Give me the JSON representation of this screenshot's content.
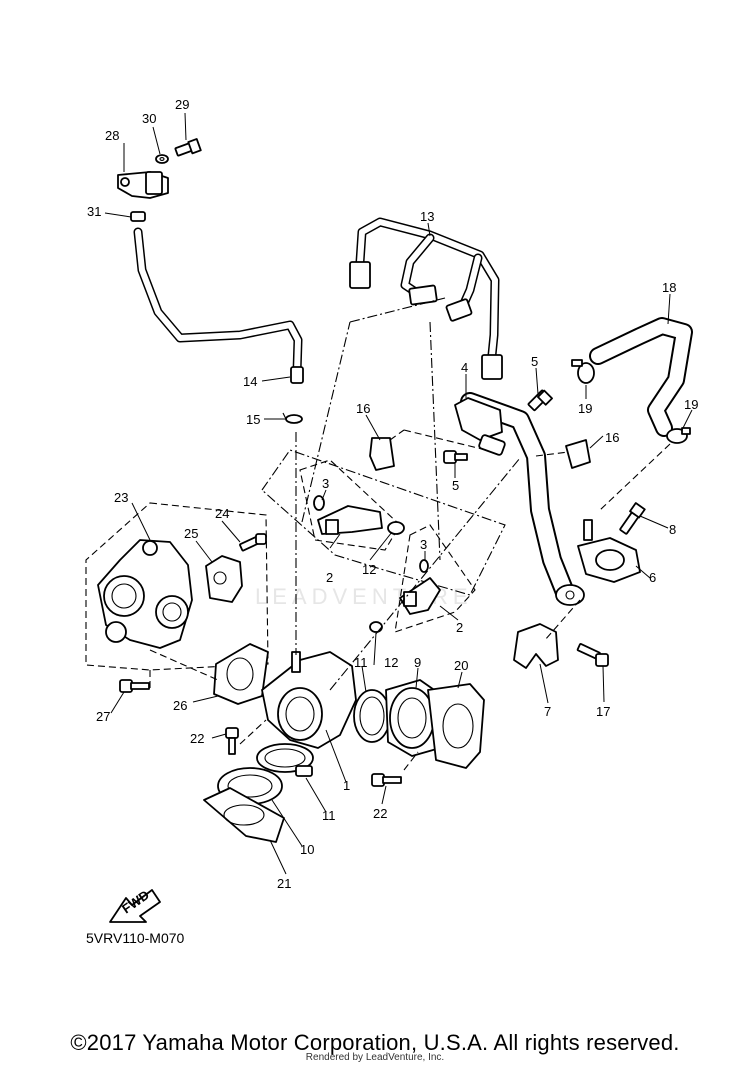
{
  "callouts": {
    "c1": "1",
    "c2a": "2",
    "c2b": "2",
    "c3a": "3",
    "c3b": "3",
    "c4": "4",
    "c5a": "5",
    "c5b": "5",
    "c6": "6",
    "c7": "7",
    "c8": "8",
    "c9": "9",
    "c10": "10",
    "c11a": "11",
    "c11b": "11",
    "c12a": "12",
    "c12b": "12",
    "c13": "13",
    "c14": "14",
    "c15": "15",
    "c16a": "16",
    "c16b": "16",
    "c17": "17",
    "c18": "18",
    "c19a": "19",
    "c19b": "19",
    "c20": "20",
    "c21": "21",
    "c22a": "22",
    "c22b": "22",
    "c23": "23",
    "c24": "24",
    "c25": "25",
    "c26": "26",
    "c27": "27",
    "c28": "28",
    "c29": "29",
    "c30": "30",
    "c31": "31"
  },
  "fwd_label": "FWD",
  "drawing_code": "5VRV110-M070",
  "watermark": "LEADVENTURE",
  "copyright": "©2017 Yamaha Motor Corporation, U.S.A. All rights reserved.",
  "rendered_by": "Rendered by LeadVenture, Inc."
}
